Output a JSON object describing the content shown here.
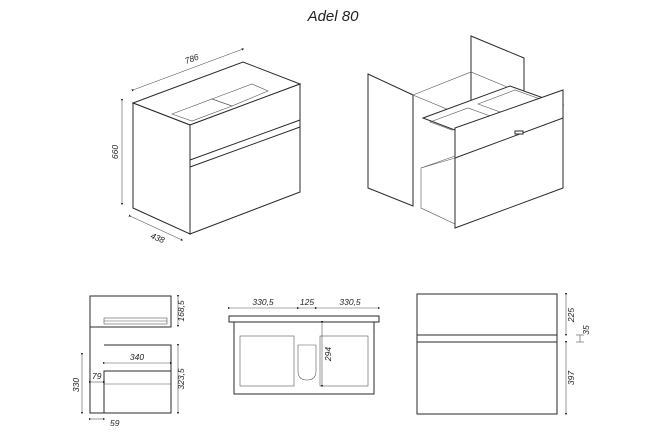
{
  "title": "Adel 80",
  "iso_front": {
    "width": "786",
    "height": "660",
    "depth": "438"
  },
  "side_view": {
    "top_height": "168,5",
    "inner_width": "340",
    "drawer_height": "323,5",
    "drawer_depth": "79",
    "bottom_height": "330",
    "foot_offset": "59"
  },
  "front_view": {
    "left_width": "330,5",
    "middle_width": "125",
    "right_width": "330,5",
    "cutout_height": "294"
  },
  "rear_view": {
    "top_section": "225",
    "rail": "35",
    "bottom_section": "397"
  }
}
